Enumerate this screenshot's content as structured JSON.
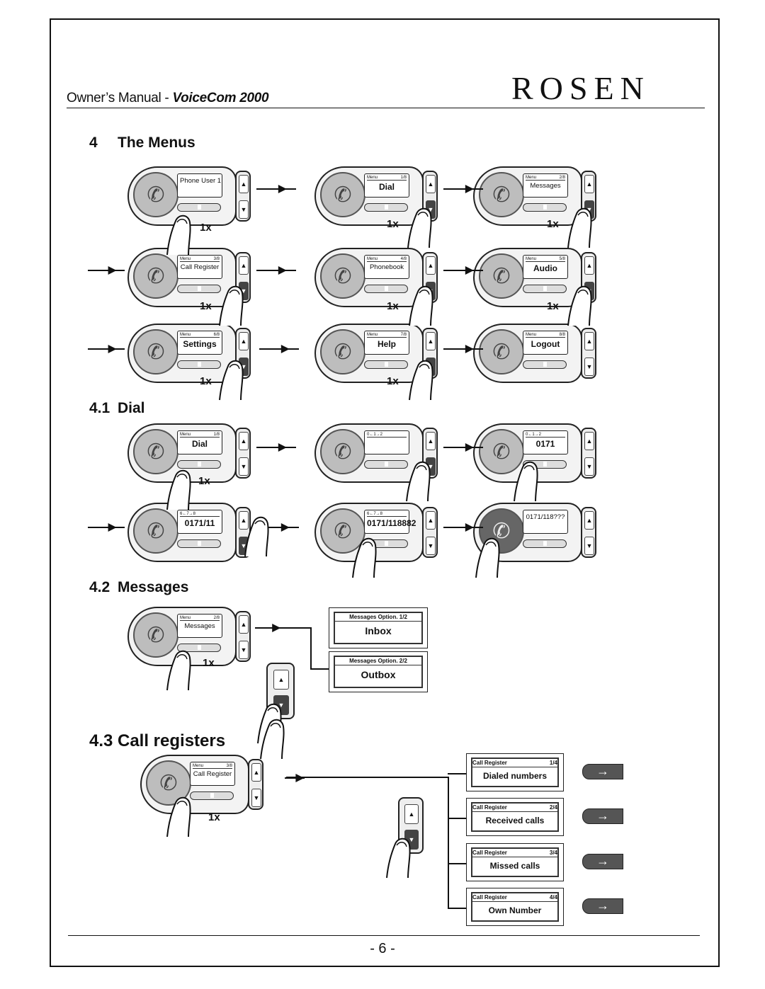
{
  "header": {
    "manual": "Owner’s Manual - ",
    "product": "VoiceCom 2000",
    "brand": "ROSEN"
  },
  "sections": {
    "menus": {
      "num": "4",
      "title": "The Menus"
    },
    "dial": {
      "num": "4.1",
      "title": "Dial"
    },
    "messages": {
      "num": "4.2",
      "title": "Messages"
    },
    "calls": {
      "num": "4.3",
      "title": "Call registers"
    }
  },
  "once": "1x",
  "menus": [
    {
      "label": "",
      "pos": "",
      "value": "Phone\nUser 1"
    },
    {
      "label": "Menu",
      "pos": "1/8",
      "value": "Dial"
    },
    {
      "label": "Menu",
      "pos": "2/8",
      "value": "Messages"
    },
    {
      "label": "Menu",
      "pos": "3/8",
      "value": "Call Register"
    },
    {
      "label": "Menu",
      "pos": "4/8",
      "value": "Phonebook"
    },
    {
      "label": "Menu",
      "pos": "5/8",
      "value": "Audio"
    },
    {
      "label": "Menu",
      "pos": "6/8",
      "value": "Settings"
    },
    {
      "label": "Menu",
      "pos": "7/8",
      "value": "Help"
    },
    {
      "label": "Menu",
      "pos": "8/8",
      "value": "Logout"
    }
  ],
  "dial_steps": [
    {
      "label": "Menu",
      "pos": "1/8",
      "value": "Dial"
    },
    {
      "label": "0←1→2",
      "pos": "",
      "value": ""
    },
    {
      "label": "0←1→2",
      "pos": "",
      "value": "0171"
    },
    {
      "label": "6←7→8",
      "pos": "",
      "value": "0171/11"
    },
    {
      "label": "6←7→8",
      "pos": "",
      "value": "0171/118882"
    },
    {
      "label": "",
      "pos": "",
      "value": "0171/118???"
    }
  ],
  "messages": {
    "device": {
      "label": "Menu",
      "pos": "2/8",
      "value": "Messages"
    },
    "options": [
      {
        "label": "Messages Option. 1/2",
        "value": "Inbox"
      },
      {
        "label": "Messages Option. 2/2",
        "value": "Outbox"
      }
    ]
  },
  "call_registers": {
    "device": {
      "label": "Menu",
      "pos": "3/8",
      "value": "Call Register"
    },
    "options": [
      {
        "label": "Call Register",
        "pos": "1/4",
        "value": "Dialed numbers"
      },
      {
        "label": "Call Register",
        "pos": "2/4",
        "value": "Received calls"
      },
      {
        "label": "Call Register",
        "pos": "3/4",
        "value": "Missed calls"
      },
      {
        "label": "Call Register",
        "pos": "4/4",
        "value": "Own Number"
      }
    ]
  },
  "page_number": "- 6 -"
}
